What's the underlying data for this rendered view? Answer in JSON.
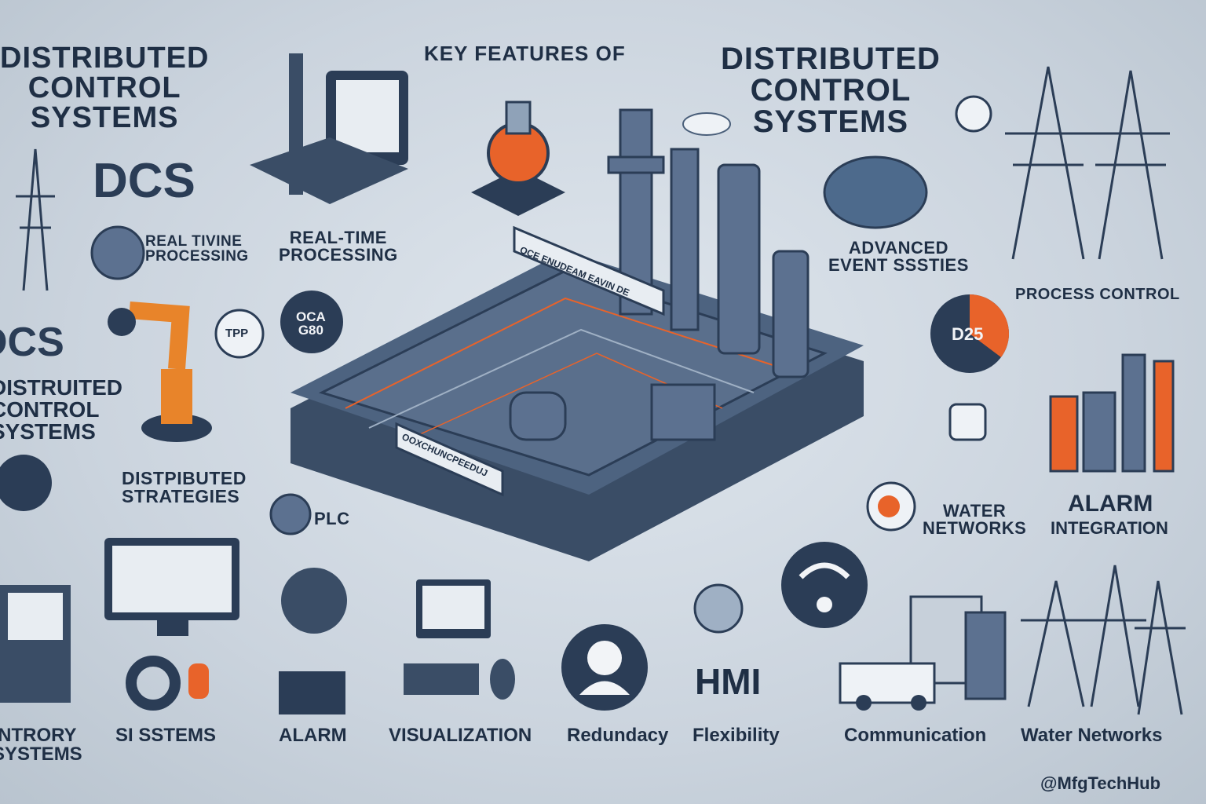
{
  "header": {
    "key_features": "KEY FEATURES OF",
    "main_title": "DISTRIBUTED\nCONTROL\nSYSTEMS",
    "left_title": "DISTRIBUTED\nCONTROL\nSYSTEMS",
    "dcs": "DCS"
  },
  "left_column": {
    "real_time_badge": "REAL TIVINE\nPROCESSING",
    "dcs_partial": "DCS",
    "distributed_partial": "DISTRUITED\nCONTROL\nSYSTEMS",
    "distributed_strategies": "DISTPIBUTED\nSTRATEGIES",
    "tpp_badge": "TPP",
    "plc": "PLC"
  },
  "center": {
    "real_time": "REAL-TIME\nPROCESSING",
    "oca_badge": "OCA\nG80",
    "platform_sign_top": "OCE ENUDEAM EAVIN DE",
    "platform_sign_bottom": "OOXCHUNCPEEDUJ"
  },
  "right_column": {
    "advanced": "ADVANCED\nEVENT SSSTIES",
    "process_control": "PROCESS CONTROL",
    "gauge_label": "D25",
    "water_networks": "WATER\nNETWORKS",
    "alarm_integration_1": "ALARM",
    "alarm_integration_2": "INTEGRATION",
    "hmi": "HMI"
  },
  "bottom_row": {
    "items": [
      "NTRORY\nSYSTEMS",
      "SI SSTEMS",
      "ALARM",
      "VISUALIZATION",
      "Redundacy",
      "Flexibility",
      "Communication",
      "Water Networks"
    ]
  },
  "footer": {
    "handle": "@MfgTechHub"
  },
  "colors": {
    "navy": "#2b3d56",
    "steel": "#4a5f7a",
    "orange": "#e8632a",
    "background": "#cdd6df"
  }
}
